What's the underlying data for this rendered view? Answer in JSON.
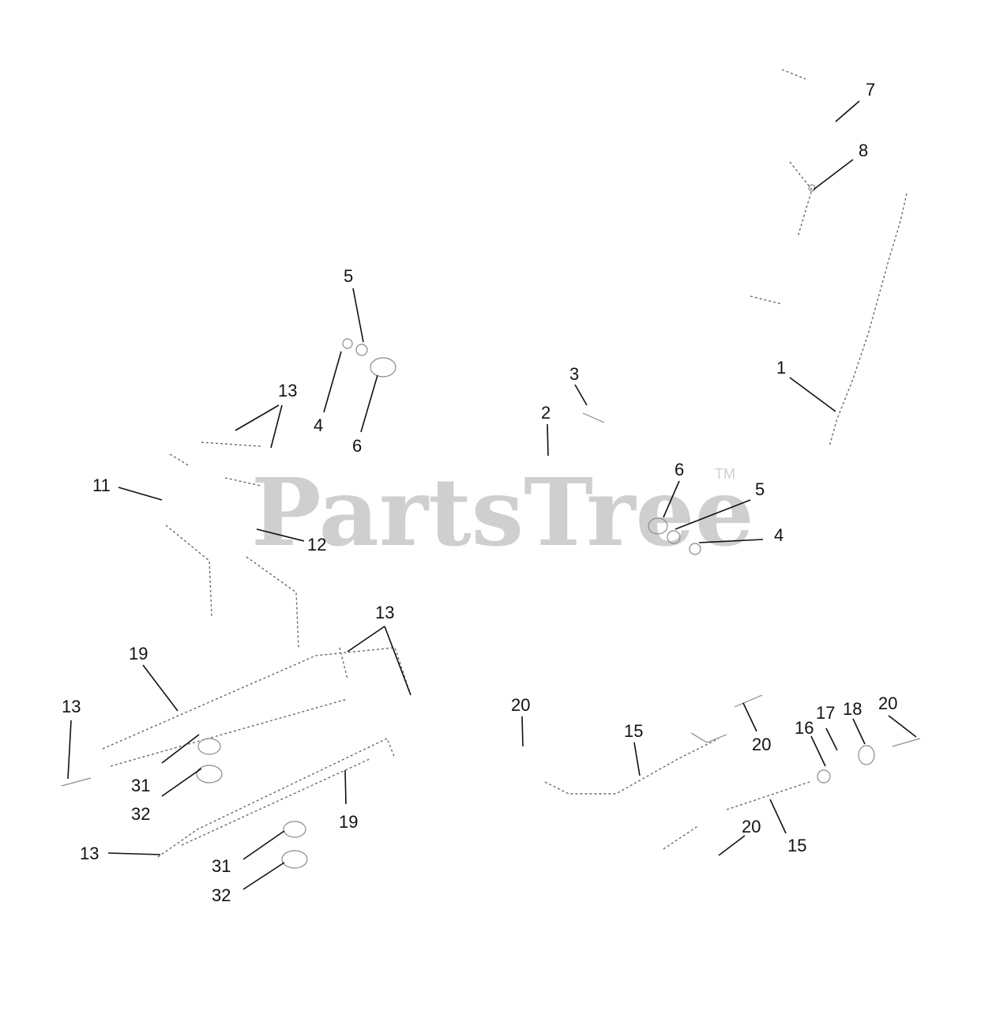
{
  "watermark": {
    "brand": "PartsTree",
    "tm": "TM"
  },
  "callouts": [
    {
      "id": "c7",
      "label": "7"
    },
    {
      "id": "c8",
      "label": "8"
    },
    {
      "id": "c1",
      "label": "1"
    },
    {
      "id": "c5a",
      "label": "5"
    },
    {
      "id": "c4a",
      "label": "4"
    },
    {
      "id": "c6a",
      "label": "6"
    },
    {
      "id": "c3",
      "label": "3"
    },
    {
      "id": "c2",
      "label": "2"
    },
    {
      "id": "c13a",
      "label": "13"
    },
    {
      "id": "c11",
      "label": "11"
    },
    {
      "id": "c12",
      "label": "12"
    },
    {
      "id": "c6b",
      "label": "6"
    },
    {
      "id": "c5b",
      "label": "5"
    },
    {
      "id": "c4b",
      "label": "4"
    },
    {
      "id": "c13b",
      "label": "13"
    },
    {
      "id": "c19a",
      "label": "19"
    },
    {
      "id": "c13c",
      "label": "13"
    },
    {
      "id": "c31a",
      "label": "31"
    },
    {
      "id": "c32a",
      "label": "32"
    },
    {
      "id": "c19b",
      "label": "19"
    },
    {
      "id": "c13d",
      "label": "13"
    },
    {
      "id": "c31b",
      "label": "31"
    },
    {
      "id": "c32b",
      "label": "32"
    },
    {
      "id": "c20a",
      "label": "20"
    },
    {
      "id": "c15a",
      "label": "15"
    },
    {
      "id": "c20b",
      "label": "20"
    },
    {
      "id": "c16",
      "label": "16"
    },
    {
      "id": "c17",
      "label": "17"
    },
    {
      "id": "c18",
      "label": "18"
    },
    {
      "id": "c20c",
      "label": "20"
    },
    {
      "id": "c20d",
      "label": "20"
    },
    {
      "id": "c15b",
      "label": "15"
    }
  ]
}
